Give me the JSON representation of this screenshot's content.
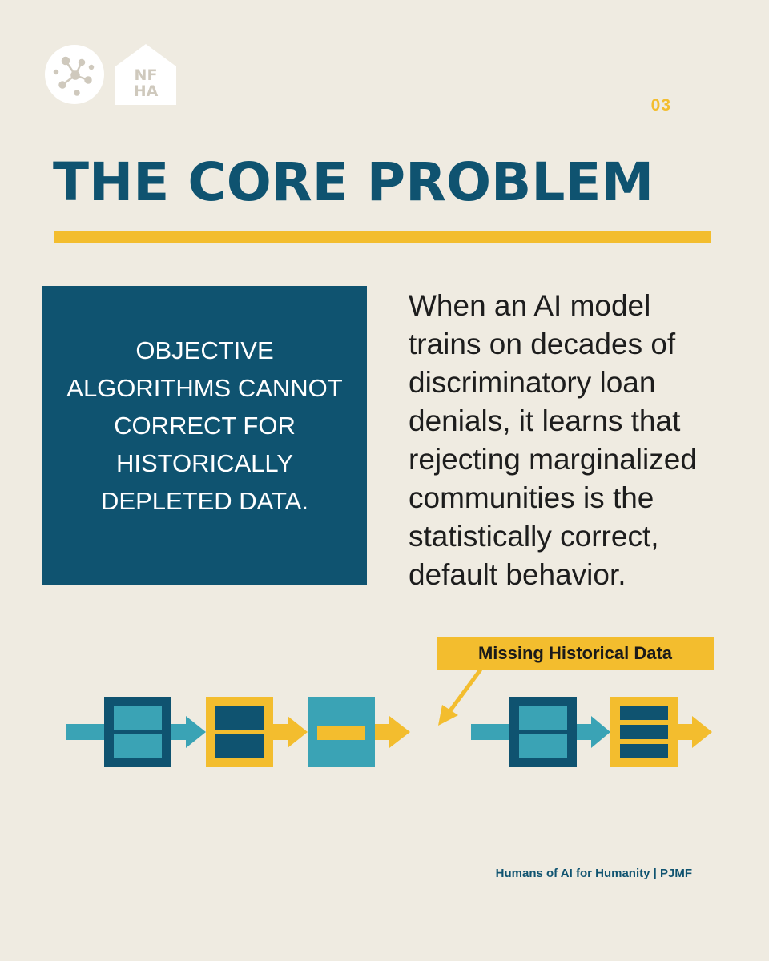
{
  "header": {
    "logo_left": "network-globe-icon",
    "logo_right": {
      "line1": "NF",
      "line2": "HA"
    },
    "page_number": "03"
  },
  "title": "THE CORE PROBLEM",
  "callout": "OBJECTIVE ALGORITHMS CANNOT CORRECT FOR HISTORICALLY DEPLETED DATA.",
  "body": "When an AI model trains on decades of discriminatory loan denials, it learns that rejecting marginalized communities is the statistically correct, default behavior.",
  "diagram": {
    "missing_label": "Missing Historical Data"
  },
  "footer": "Humans of AI for Humanity | PJMF",
  "colors": {
    "background": "#efebe1",
    "navy": "#0f5370",
    "teal": "#3aa3b5",
    "yellow": "#f3bd2e"
  }
}
